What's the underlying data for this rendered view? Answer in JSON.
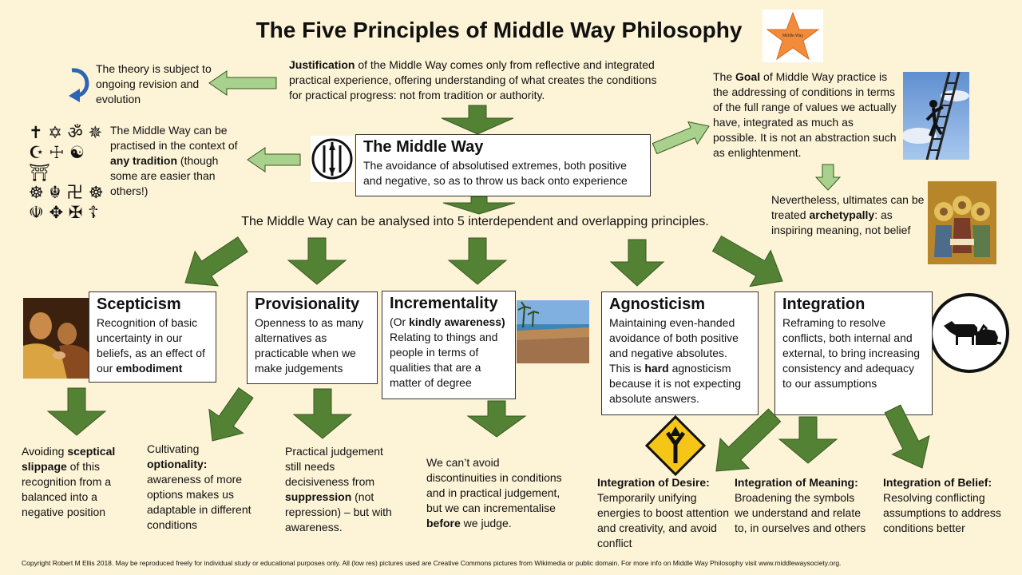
{
  "title": "The Five Principles of Middle Way Philosophy",
  "logo_text": "Middle Way",
  "justification": {
    "bold": "Justification",
    "rest": " of the Middle Way comes only from reflective and integrated practical experience, offering understanding of what creates the conditions for practical progress: not from tradition or authority."
  },
  "revision_note": "The theory is subject to ongoing revision and evolution",
  "tradition_note": {
    "pre": "The Middle Way can be practised in the context of ",
    "bold": "any tradition",
    "post": " (though some are easier than others!)"
  },
  "religious_symbols": [
    "✝",
    "✡",
    "ॐ",
    "✵",
    "☪",
    "☩",
    "☯",
    "⛩",
    "☸",
    "☬",
    "卍",
    "☸",
    "☫",
    "✥",
    "✠",
    "☦"
  ],
  "middle_way": {
    "heading": "The Middle Way",
    "body": "The avoidance of absolutised extremes, both positive and negative, so as to throw us back onto experience"
  },
  "goal": {
    "pre": "The ",
    "bold": "Goal",
    "post": " of Middle Way practice is the addressing of conditions in terms of the full range of values we actually have, integrated as much as possible. It is not an abstraction such as enlightenment."
  },
  "ultimates": {
    "pre": "Nevertheless, ultimates can be treated ",
    "bold": "archetypally",
    "post": ": as inspiring meaning, not belief"
  },
  "analysis_line": "The Middle Way can be analysed into 5 interdependent and overlapping principles.",
  "principles": {
    "scepticism": {
      "heading": "Scepticism",
      "pre": "Recognition of basic uncertainty in our beliefs, as an effect of our ",
      "bold": "embodiment",
      "post": ""
    },
    "provisionality": {
      "heading": "Provisionality",
      "body": "Openness to as many alternatives as practicable when we make judgements"
    },
    "incrementality": {
      "heading": "Incrementality",
      "pre": "(Or ",
      "bold": "kindly awareness)",
      "post": " Relating to things and people in terms of qualities that are a matter of degree"
    },
    "agnosticism": {
      "heading": "Agnosticism",
      "pre": "Maintaining even-handed avoidance of both positive and negative absolutes. This is ",
      "bold": "hard",
      "post": " agnosticism because it is not expecting absolute answers."
    },
    "integration": {
      "heading": "Integration",
      "body": "Reframing to resolve conflicts, both internal and external, to bring increasing consistency and adequacy to our assumptions"
    }
  },
  "outcomes": {
    "sceptical_slippage": {
      "pre": "Avoiding ",
      "bold": "sceptical slippage",
      "post": " of this recognition from a balanced into a negative position"
    },
    "optionality": {
      "pre": "Cultivating ",
      "bold": "optionality:",
      "post": " awareness of more options makes us adaptable in different conditions"
    },
    "decisiveness": {
      "pre": "Practical judgement still needs decisiveness from ",
      "bold": "suppression",
      "post": " (not repression) – but with awareness."
    },
    "discontinuities": {
      "pre": "We can’t avoid discontinuities in conditions and in practical judgement, but we can incrementalise ",
      "bold": "before",
      "post": " we judge."
    },
    "desire": {
      "bold": "Integration of Desire:",
      "post": " Temporarily unifying energies to boost attention and creativity, and avoid conflict"
    },
    "meaning": {
      "bold": "Integration of Meaning:",
      "post": " Broadening the symbols we understand and relate to, in ourselves and others"
    },
    "belief": {
      "bold": "Integration of Belief:",
      "post": " Resolving conflicting assumptions to address conditions better"
    }
  },
  "copyright": "Copyright Robert M Ellis 2018. May be reproduced freely for individual study or educational purposes only. All (low res) pictures used are Creative Commons pictures from Wikimedia or public domain. For more info on Middle Way Philosophy visit www.middlewaysociety.org.",
  "colors": {
    "background": "#fdf3d6",
    "arrow_dark": "#548235",
    "arrow_light": "#a9d18e",
    "arrow_outline": "#385723",
    "star": "#f28c3a",
    "blue_arrow": "#2e64b4"
  },
  "icons": [
    "star-logo",
    "circular-arrow-icon",
    "middle-way-emblem",
    "ladder-climber-picture",
    "trinity-icon-picture",
    "thomas-painting-picture",
    "beach-picture",
    "merge-sign-icon",
    "horse-donkey-icon"
  ]
}
